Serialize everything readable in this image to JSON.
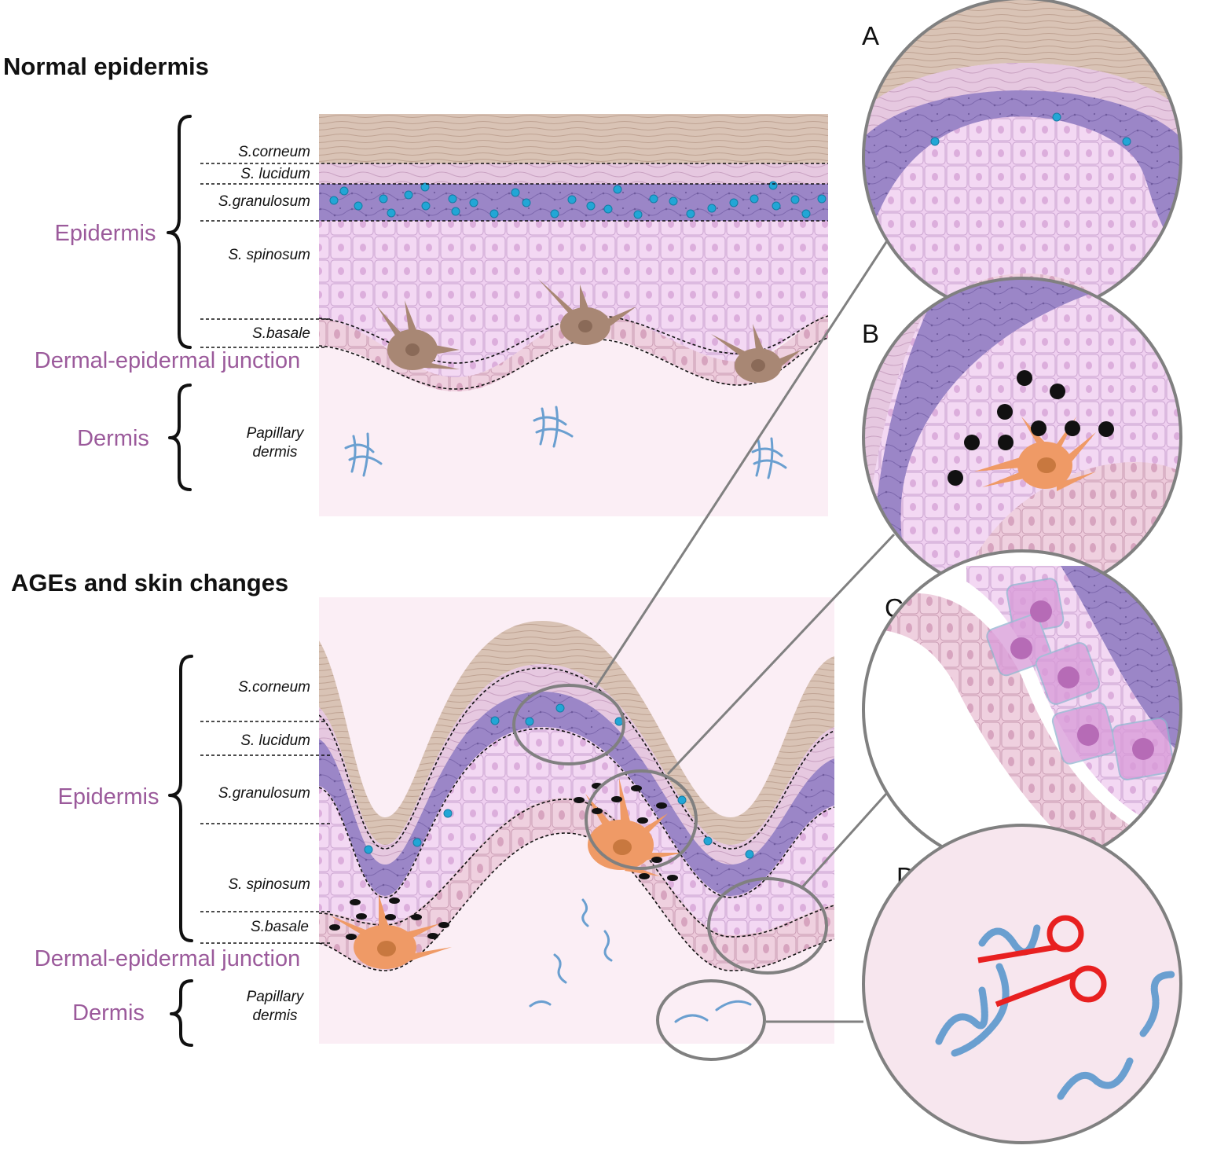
{
  "normal": {
    "title": "Normal epidermis",
    "epidermis_label": "Epidermis",
    "junction_label": "Dermal-epidermal junction",
    "dermis_label": "Dermis",
    "layers": {
      "corneum": "S.corneum",
      "lucidum": "S. lucidum",
      "granulosum": "S.granulosum",
      "spinosum": "S. spinosum",
      "basale": "S.basale",
      "papillary_1": "Papillary",
      "papillary_2": "dermis"
    }
  },
  "ages": {
    "title": "AGEs and skin changes",
    "epidermis_label": "Epidermis",
    "junction_label": "Dermal-epidermal junction",
    "dermis_label": "Dermis",
    "layers": {
      "corneum": "S.corneum",
      "lucidum": "S. lucidum",
      "granulosum": "S.granulosum",
      "spinosum": "S. spinosum",
      "basale": "S.basale",
      "papillary_1": "Papillary",
      "papillary_2": "dermis"
    }
  },
  "panels": [
    "A",
    "B",
    "C",
    "D"
  ],
  "colors": {
    "corneum": "#d9c3b5",
    "lucidum": "#e6c8e0",
    "granulosum": "#9b86c7",
    "spinosum": "#efcff0",
    "basale": "#edc9da",
    "dermis": "#fbeef5",
    "melanocyte_normal": "#a88774",
    "melanocyte_ages": "#ef9a66",
    "keratohyalin_granule": "#22a6d6",
    "ages_granule": "#111111",
    "collagen": "#6a9fd0",
    "scissors": "#e82020",
    "callout": "#808080",
    "label_purple": "#9b5a9b"
  }
}
